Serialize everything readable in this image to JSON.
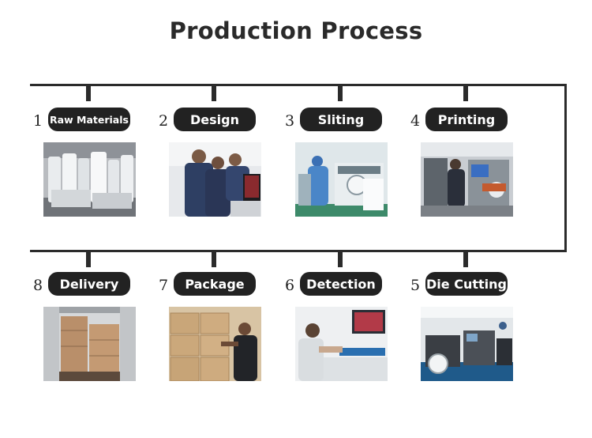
{
  "title": "Production Process",
  "steps": [
    {
      "number": "1",
      "label": "Raw Materials",
      "image": "raw-materials-warehouse-photo"
    },
    {
      "number": "2",
      "label": "Design",
      "image": "design-team-computer-photo"
    },
    {
      "number": "3",
      "label": "Sliting",
      "image": "sliting-machine-photo"
    },
    {
      "number": "4",
      "label": "Printing",
      "image": "printing-press-photo"
    },
    {
      "number": "5",
      "label": "Die Cutting",
      "image": "die-cutting-factory-photo"
    },
    {
      "number": "6",
      "label": "Detection",
      "image": "detection-inspection-photo"
    },
    {
      "number": "7",
      "label": "Package",
      "image": "package-boxes-photo"
    },
    {
      "number": "8",
      "label": "Delivery",
      "image": "delivery-container-photo"
    }
  ],
  "colors": {
    "pill": "#222222",
    "line": "#2b2b2b",
    "text": "#2a2a2a"
  }
}
